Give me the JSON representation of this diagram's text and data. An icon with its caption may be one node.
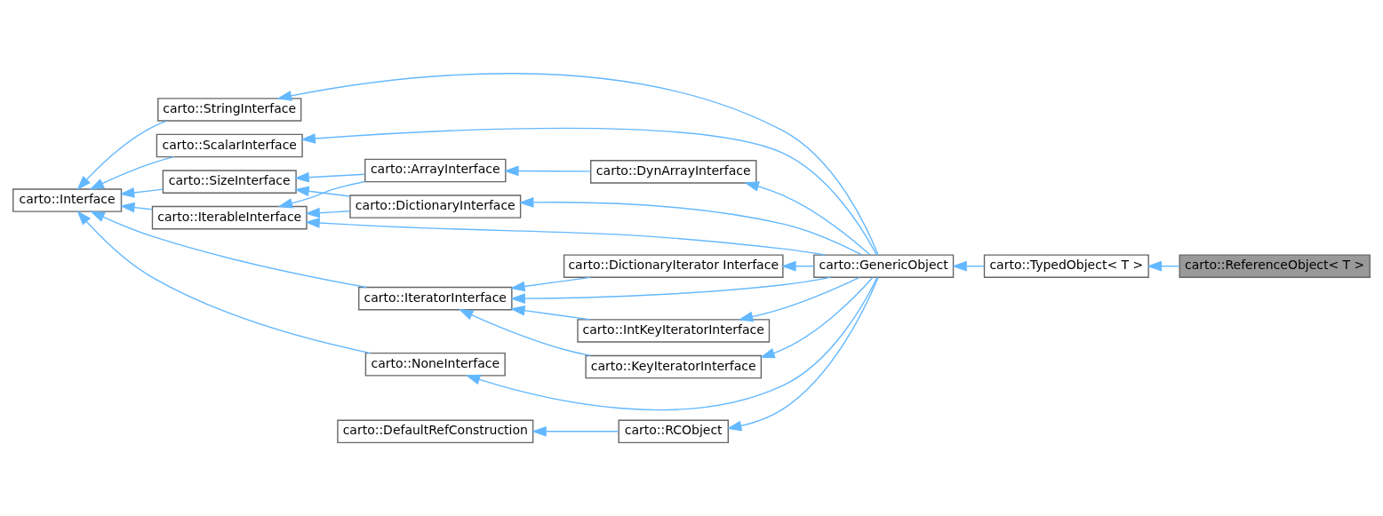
{
  "diagram": {
    "nodes": [
      {
        "text": [
          "carto::Interface"
        ]
      },
      {
        "text": [
          "carto::DefaultRefConstruction"
        ]
      },
      {
        "text": [
          "carto::RCObject"
        ]
      },
      {
        "text": [
          "carto::StringInterface"
        ]
      },
      {
        "text": [
          "carto::ScalarInterface"
        ]
      },
      {
        "text": [
          "carto::SizeInterface"
        ]
      },
      {
        "text": [
          "carto::IterableInterface"
        ]
      },
      {
        "text": [
          "carto::ArrayInterface"
        ]
      },
      {
        "text": [
          "carto::DynArrayInterface"
        ]
      },
      {
        "text": [
          "carto::DictionaryInterface"
        ]
      },
      {
        "text": [
          "carto::GenericObject"
        ]
      },
      {
        "text": [
          "carto::TypedObject< T >"
        ]
      },
      {
        "text": [
          "carto::ReferenceObject< T >"
        ]
      },
      {
        "text": [
          "carto::IntKeyIteratorInterface"
        ]
      },
      {
        "text": [
          "carto::IteratorInterface"
        ]
      },
      {
        "text": [
          "carto::KeyIteratorInterface"
        ]
      },
      {
        "text": [
          "carto::DictionaryIterator Interface"
        ]
      },
      {
        "text": [
          "carto::NoneInterface"
        ]
      }
    ],
    "edges": [
      {
        "from": 2,
        "to": 1,
        "arrow": "to"
      },
      {
        "from": 3,
        "to": 0,
        "arrow": "to"
      },
      {
        "from": 4,
        "to": 0,
        "arrow": "to"
      },
      {
        "from": 5,
        "to": 0,
        "arrow": "to"
      },
      {
        "from": 6,
        "to": 0,
        "arrow": "to"
      },
      {
        "from": 14,
        "to": 0,
        "arrow": "to"
      },
      {
        "from": 17,
        "to": 0,
        "arrow": "to"
      },
      {
        "from": 7,
        "to": 5,
        "arrow": "to"
      },
      {
        "from": 9,
        "to": 5,
        "arrow": "to"
      },
      {
        "from": 7,
        "to": 6,
        "arrow": "to"
      },
      {
        "from": 9,
        "to": 6,
        "arrow": "to"
      },
      {
        "from": 8,
        "to": 7,
        "arrow": "to"
      },
      {
        "from": 10,
        "to": 2,
        "arrow": "to"
      },
      {
        "from": 10,
        "to": 3,
        "arrow": "to"
      },
      {
        "from": 10,
        "to": 4,
        "arrow": "to"
      },
      {
        "from": 10,
        "to": 8,
        "arrow": "to"
      },
      {
        "from": 10,
        "to": 9,
        "arrow": "to"
      },
      {
        "from": 10,
        "to": 6,
        "arrow": "to"
      },
      {
        "from": 10,
        "to": 13,
        "arrow": "to"
      },
      {
        "from": 10,
        "to": 14,
        "arrow": "to"
      },
      {
        "from": 10,
        "to": 15,
        "arrow": "to"
      },
      {
        "from": 10,
        "to": 16,
        "arrow": "to"
      },
      {
        "from": 10,
        "to": 17,
        "arrow": "to"
      },
      {
        "from": 13,
        "to": 14,
        "arrow": "to"
      },
      {
        "from": 15,
        "to": 14,
        "arrow": "to"
      },
      {
        "from": 16,
        "to": 14,
        "arrow": "to"
      },
      {
        "from": 11,
        "to": 10,
        "arrow": "to"
      },
      {
        "from": 12,
        "to": 11,
        "arrow": "to"
      }
    ]
  }
}
